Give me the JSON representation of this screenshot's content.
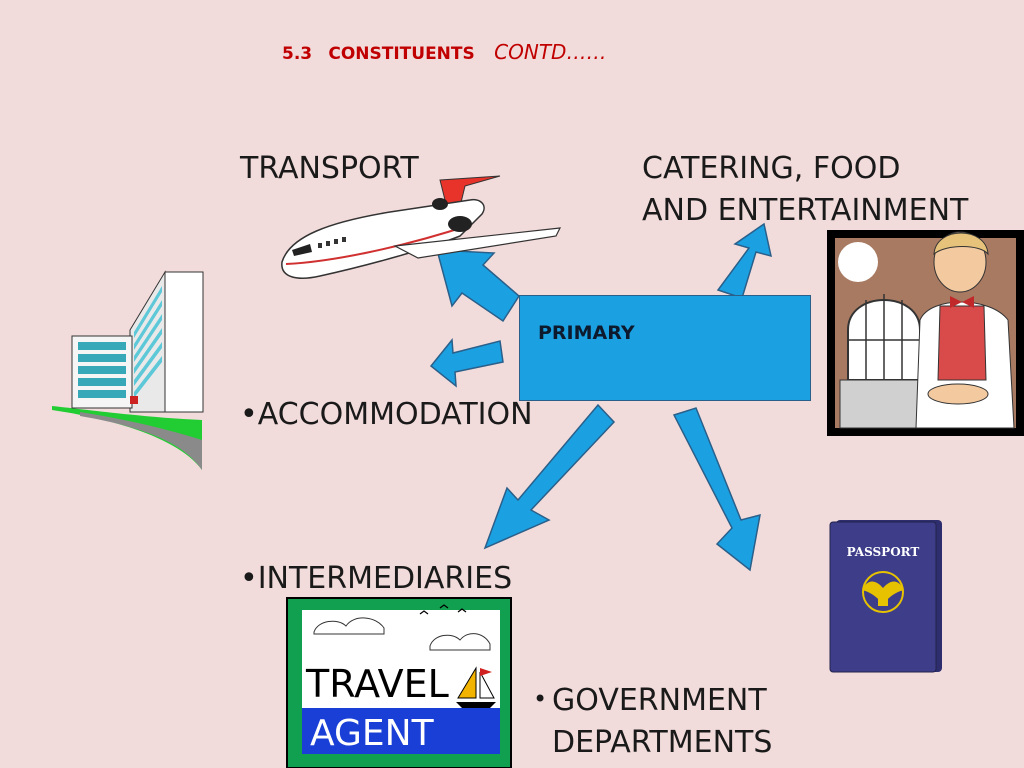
{
  "slide": {
    "title_number": "5.3",
    "title_main": "CONSTITUENTS",
    "title_contd": "CONTD……",
    "center_label": "PRIMARY",
    "transport": "TRANSPORT",
    "catering_line1": "CATERING, FOOD",
    "catering_line2": "AND ENTERTAINMENT",
    "accommodation": "•ACCOMMODATION",
    "intermediaries": "•INTERMEDIARIES",
    "government_bullet": "•",
    "government_line1": "GOVERNMENT",
    "government_line2": "DEPARTMENTS"
  },
  "images": {
    "travel_agent_line1": "TRAVEL",
    "travel_agent_line2": "AGENT",
    "passport_text": "PASSPORT"
  },
  "colors": {
    "background": "#f2dcdb",
    "title": "#c00000",
    "primary_fill": "#1ba1e2",
    "arrow_fill": "#1ba1e2"
  }
}
